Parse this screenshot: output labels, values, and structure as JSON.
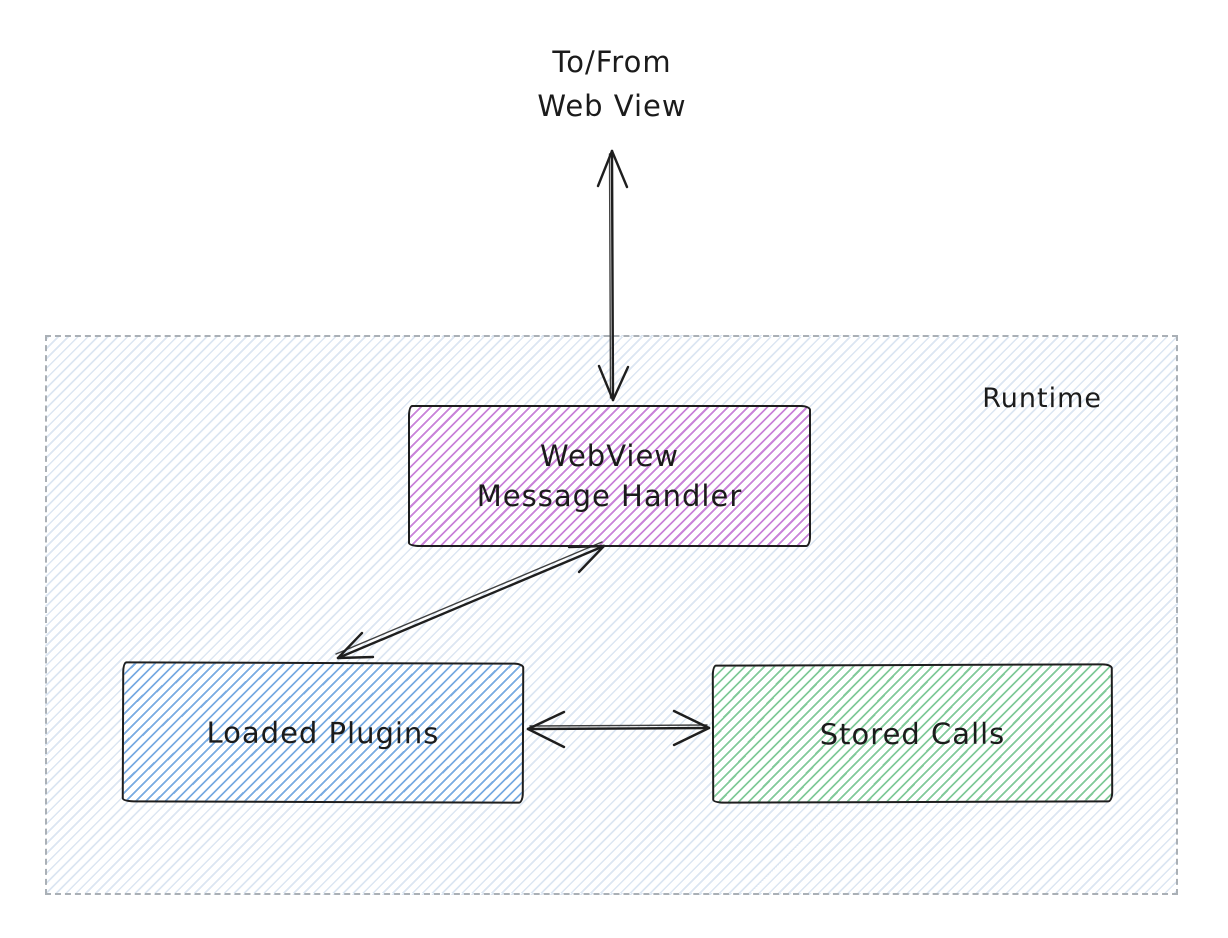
{
  "diagram": {
    "external_label": {
      "line1": "To/From",
      "line2": "Web View"
    },
    "container_label": "Runtime",
    "nodes": [
      {
        "id": "webview-message-handler",
        "label_lines": [
          "WebView",
          "Message Handler"
        ],
        "fill_style": "hachure",
        "color": "#c983d9"
      },
      {
        "id": "loaded-plugins",
        "label_lines": [
          "Loaded Plugins"
        ],
        "fill_style": "hachure",
        "color": "#79abe2"
      },
      {
        "id": "stored-calls",
        "label_lines": [
          "Stored Calls"
        ],
        "fill_style": "hachure",
        "color": "#82ca9a"
      }
    ],
    "edges": [
      {
        "id": "webview-to-handler",
        "from": "Web View (external)",
        "to": "WebView Message Handler",
        "direction": "bidirectional"
      },
      {
        "id": "handler-to-plugins",
        "from": "WebView Message Handler",
        "to": "Loaded Plugins",
        "direction": "bidirectional"
      },
      {
        "id": "plugins-to-stored-calls",
        "from": "Loaded Plugins",
        "to": "Stored Calls",
        "direction": "bidirectional"
      }
    ]
  },
  "colors": {
    "stroke": "#1e1e1e",
    "text": "#1b1b1b",
    "purple-hatch": "#c983d9",
    "blue-hatch": "#79abe2",
    "green-hatch": "#82ca9a",
    "container-hatch": "#dce6f2",
    "dashed-border": "#aab0b6"
  }
}
